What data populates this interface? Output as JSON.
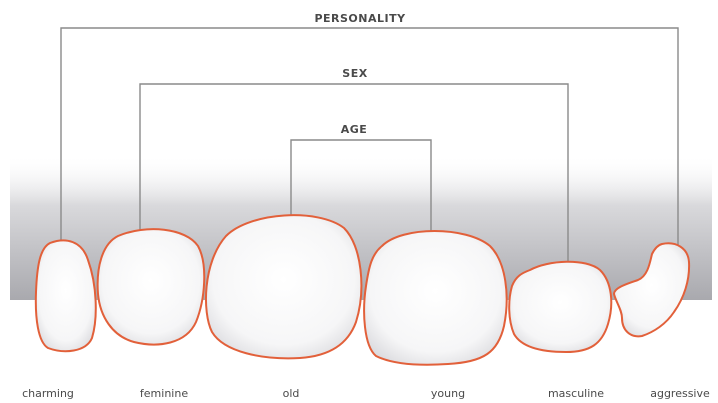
{
  "headers": {
    "personality": "PERSONALITY",
    "sex": "SEX",
    "age": "AGE"
  },
  "teeth": {
    "charming": "charming",
    "feminine": "feminine",
    "old": "old",
    "young": "young",
    "masculine": "masculine",
    "aggressive": "aggressive"
  },
  "colors": {
    "outline": "#e2603a",
    "bracket": "#8a8a8a",
    "text": "#4a4a4a",
    "gum_shadow": "#b8b8bc"
  }
}
